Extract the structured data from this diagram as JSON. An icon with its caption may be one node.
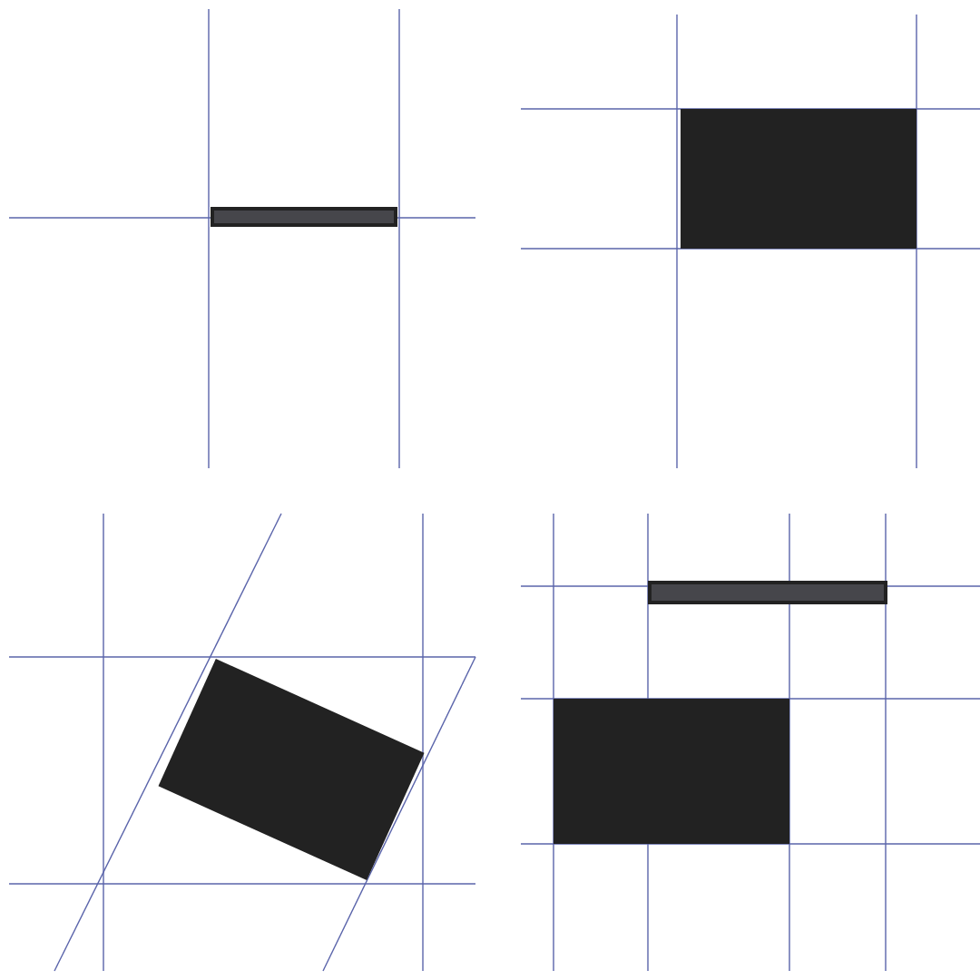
{
  "diagram": {
    "nodes": [
      {
        "text": [],
        "shape": "bar"
      },
      {
        "text": [],
        "shape": "box"
      },
      {
        "text": [],
        "shape": "box"
      },
      {
        "text": [],
        "shape": "bar"
      },
      {
        "text": [],
        "shape": "box"
      }
    ]
  }
}
